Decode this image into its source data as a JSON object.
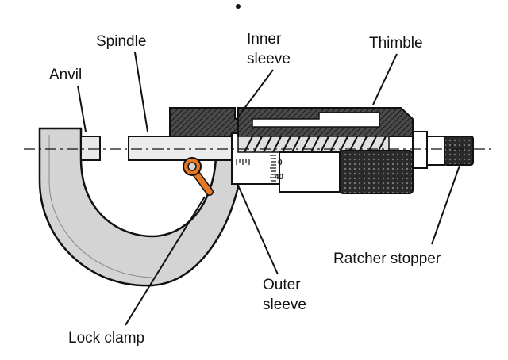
{
  "labels": {
    "spindle": "Spindle",
    "inner_sleeve_1": "Inner",
    "inner_sleeve_2": "sleeve",
    "thimble": "Thimble",
    "anvil": "Anvil",
    "ratchet_stopper": "Ratcher stopper",
    "outer_sleeve_1": "Outer",
    "outer_sleeve_2": "sleeve",
    "lock_clamp": "Lock clamp"
  },
  "scale": {
    "top": "0",
    "bottom": "40"
  },
  "colors": {
    "frame": "#d4d4d4",
    "outline": "#111111",
    "dark_part": "#3a3a3a",
    "lock_clamp": "#e87722"
  }
}
